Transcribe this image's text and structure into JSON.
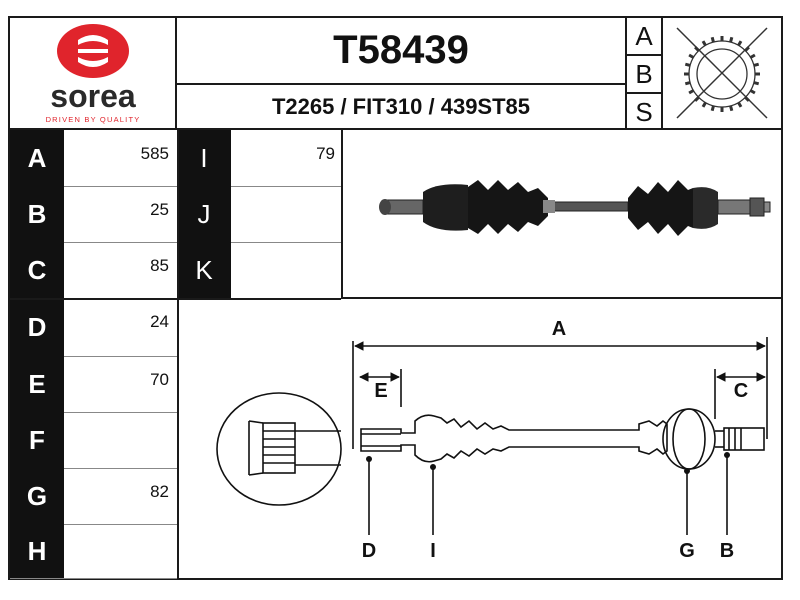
{
  "brand": {
    "name": "sorea",
    "tagline": "DRIVEN BY QUALITY",
    "logo_color": "#e0242c"
  },
  "part_number": "T58439",
  "cross_refs": "T2265 / FIT310 / 439ST85",
  "abs_letters": [
    "A",
    "B",
    "S"
  ],
  "dimensions_left": [
    {
      "letter": "A",
      "value": "585"
    },
    {
      "letter": "B",
      "value": "25"
    },
    {
      "letter": "C",
      "value": "85"
    },
    {
      "letter": "D",
      "value": "24"
    },
    {
      "letter": "E",
      "value": "70"
    },
    {
      "letter": "F",
      "value": ""
    },
    {
      "letter": "G",
      "value": "82"
    },
    {
      "letter": "H",
      "value": ""
    }
  ],
  "dimensions_right": [
    {
      "letter": "I",
      "value": "79"
    },
    {
      "letter": "J",
      "value": ""
    },
    {
      "letter": "K",
      "value": ""
    }
  ],
  "drawing_labels": {
    "A": "A",
    "E": "E",
    "C": "C",
    "D": "D",
    "I": "I",
    "G": "G",
    "B": "B"
  }
}
